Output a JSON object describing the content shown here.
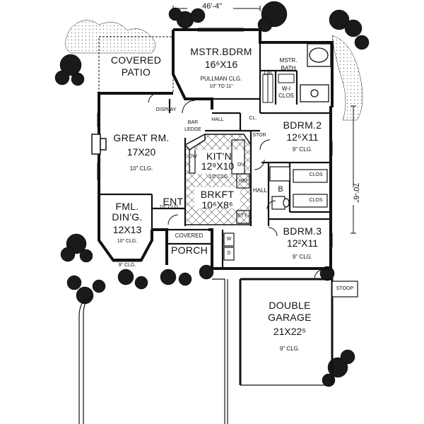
{
  "dimensions": {
    "top_width": "46'-4\"",
    "side_depth": "70'-6\""
  },
  "rooms": {
    "covered_patio": {
      "line1": "COVERED",
      "line2": "PATIO"
    },
    "master_bedroom": {
      "name": "MSTR.BDRM",
      "size": "16⁶X16",
      "ceiling1": "PULLMAN CLG.",
      "ceiling2": "10\" TO 11\""
    },
    "master_bath": {
      "line1": "MSTR.",
      "line2": "BATH"
    },
    "linen": "LIN",
    "walk_in_closet": {
      "line1": "W-I",
      "line2": "CLOS"
    },
    "closet_small": "CL.",
    "display": "DISPLAY",
    "bar_ledge": {
      "line1": "BAR",
      "line2": "LEDGE"
    },
    "hall_upper": "HALL",
    "storage": "STOR",
    "great_room": {
      "name": "GREAT RM.",
      "size": "17X20",
      "ceiling": "10\" CLG."
    },
    "kitchen": {
      "name": "KIT'N",
      "size": "12⁸X10",
      "ceiling": "10\" CLG.",
      "dw": "DW",
      "ov": "OV",
      "ref": "REF"
    },
    "breakfast": {
      "name": "BRKFT",
      "size": "10⁶X8⁶",
      "pantry": "ETY"
    },
    "bedroom2": {
      "name": "BDRM.2",
      "size": "12⁶X11",
      "ceiling": "9\" CLG."
    },
    "closets_right": {
      "a": "CLOS",
      "b": "CLOS"
    },
    "hall_right": "HALL",
    "bath_right": "B",
    "family_dining": {
      "line1": "FML.",
      "line2": "DIN'G.",
      "size": "12X13",
      "ceiling": "10\" CLG.",
      "bay_ceiling": "9\" CLG."
    },
    "entry": {
      "name": "ENT",
      "ceiling": "10\" CLG."
    },
    "covered_porch": {
      "line1": "COVERED",
      "line2": "PORCH"
    },
    "laundry": {
      "w": "W",
      "d": "D"
    },
    "bedroom3": {
      "name": "BDRM.3",
      "size": "12²X11",
      "ceiling": "9\" CLG."
    },
    "stoop": "STOOP",
    "garage": {
      "line1": "DOUBLE",
      "line2": "GARAGE",
      "size": "21X22⁵",
      "ceiling": "9\" CLG."
    }
  },
  "colors": {
    "line": "#111111",
    "landscape": "#1a1a1a",
    "background": "#ffffff"
  }
}
